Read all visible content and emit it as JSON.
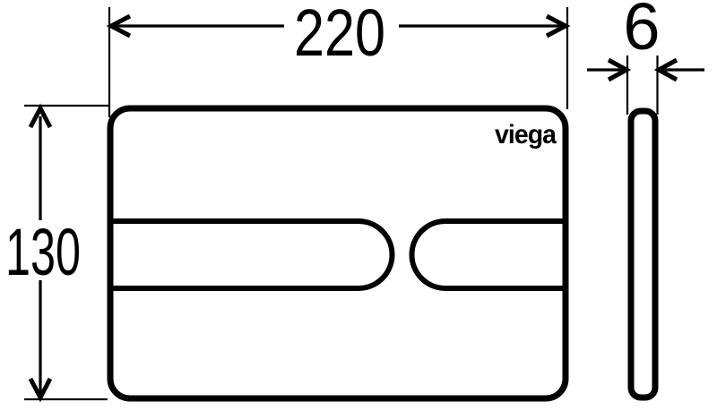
{
  "drawing": {
    "logo_text": "viega",
    "dimensions": {
      "width": "220",
      "height": "130",
      "thickness": "6"
    },
    "colors": {
      "line": "#000000",
      "background": "#ffffff"
    }
  }
}
